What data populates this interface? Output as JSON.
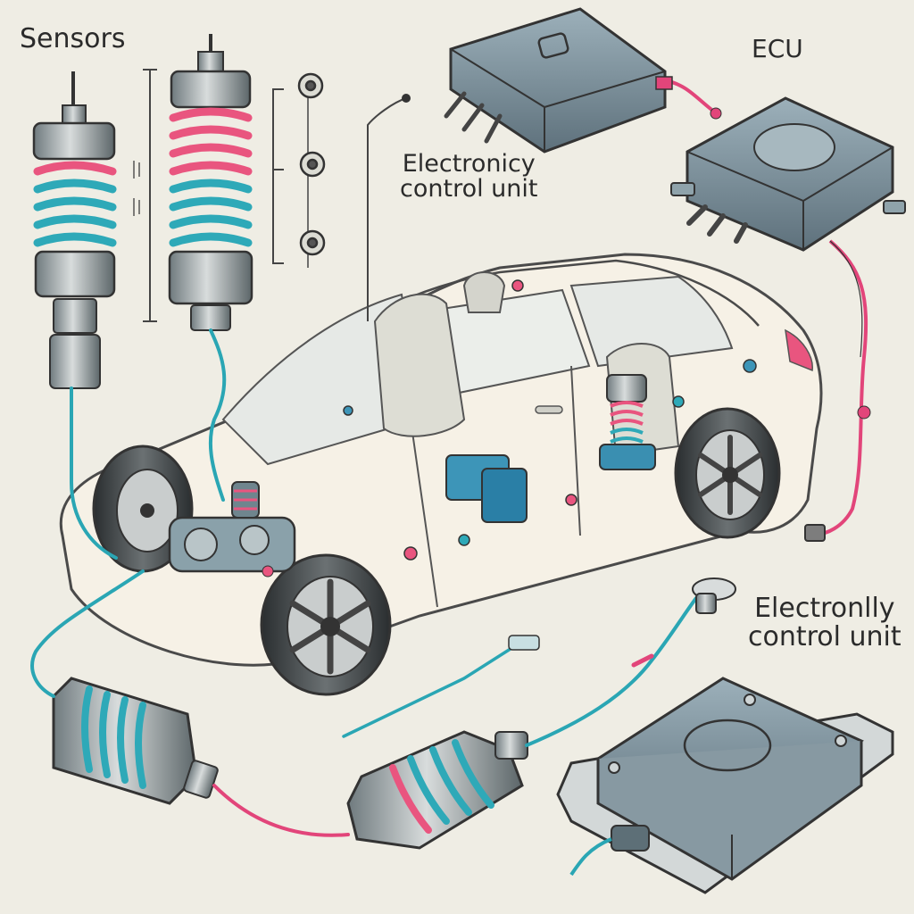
{
  "labels": {
    "sensors": "Sensors",
    "ecu": "ECU",
    "ecu_desc_top": "Electronicy\ncontrol unit",
    "ecu_desc_bottom": "Electronlly\ncontrol unit"
  },
  "colors": {
    "background": "#efede4",
    "ink": "#3a3a3a",
    "coil_pink": "#e9557f",
    "coil_teal": "#2ea9b8",
    "ecu_body": "#7f96a3",
    "wire_pink": "#e2457a",
    "wire_teal": "#2aa6b4"
  }
}
